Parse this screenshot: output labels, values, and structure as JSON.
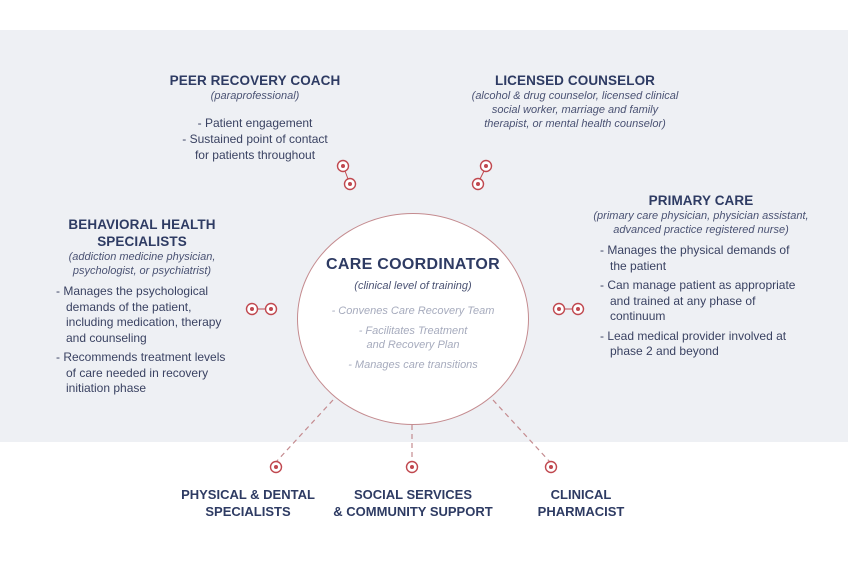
{
  "center": {
    "title": "CARE COORDINATOR",
    "subtitle": "(clinical level of training)",
    "items": [
      "- Convenes Care Recovery Team",
      "- Facilitates Treatment",
      "and Recovery Plan",
      "- Manages care transitions"
    ]
  },
  "peer": {
    "title": "PEER RECOVERY COACH",
    "subtitle": "(paraprofessional)",
    "bullets": [
      "- Patient engagement",
      "- Sustained point of contact",
      "for patients throughout"
    ]
  },
  "counselor": {
    "title": "LICENSED COUNSELOR",
    "subtitle_lines": [
      "(alcohol & drug counselor, licensed clinical",
      "social worker, marriage and family",
      "therapist, or mental health counselor)"
    ]
  },
  "behavioral": {
    "title": "BEHAVIORAL HEALTH SPECIALISTS",
    "subtitle_lines": [
      "(addiction medicine physician,",
      "psychologist, or psychiatrist)"
    ],
    "bullets": [
      "- Manages the psychological demands of the patient, including medication, therapy and counseling",
      "- Recommends treatment levels of care needed in recovery initiation phase"
    ]
  },
  "primary": {
    "title": "PRIMARY CARE",
    "subtitle_lines": [
      "(primary care physician, physician assistant,",
      "advanced practice registered nurse)"
    ],
    "bullets": [
      "- Manages the physical demands of the patient",
      "- Can manage patient as appropriate and trained at any phase of continuum",
      "- Lead medical provider involved at phase 2 and beyond"
    ]
  },
  "bottom": {
    "physical": [
      "PHYSICAL & DENTAL",
      "SPECIALISTS"
    ],
    "social": [
      "SOCIAL SERVICES",
      "& COMMUNITY SUPPORT"
    ],
    "pharmacist": [
      "CLINICAL",
      "PHARMACIST"
    ]
  },
  "colors": {
    "band": "#eef0f4",
    "title": "#2e3b63",
    "accent": "#c0484f",
    "circle_border": "#c48b8f",
    "muted": "#a6abbd"
  }
}
